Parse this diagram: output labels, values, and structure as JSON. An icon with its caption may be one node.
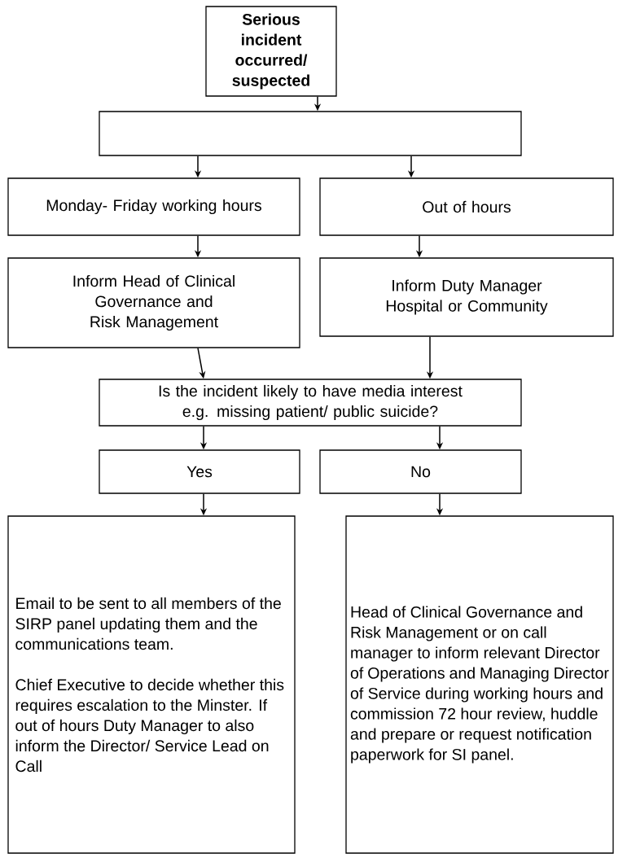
{
  "diagram": {
    "nodes": [
      {
        "text": [
          "Serious incident occurred/ suspected"
        ]
      },
      {
        "text": [],
        "shape": "box"
      },
      {
        "text": [
          "Monday- Friday working hours"
        ]
      },
      {
        "text": [
          "Out of hours"
        ]
      },
      {
        "text": [
          "Inform Head of Clinical Governance and Risk Management"
        ]
      },
      {
        "text": [
          "Inform Duty Manager Hospital or Community"
        ]
      },
      {
        "text": [
          "Is the incident likely to have media interest e.g. missing patient/ public suicide?"
        ]
      },
      {
        "text": [
          "Yes"
        ]
      },
      {
        "text": [
          "No"
        ]
      },
      {
        "text": [
          "Email to be sent to all members of the SIRP panel updating them and the communications team.",
          "Chief Executive to decide whether this requires escalation to the Minster. If out of hours Duty Manager to also inform the Director/ Service Lead on Call"
        ]
      },
      {
        "text": [
          "Head of Clinical Governance and Risk Management or on call manager to inform relevant Director of Operations and Managing Director of Service during working hours and commission 72 hour review, huddle and prepare or request notification paperwork for SI panel."
        ]
      }
    ],
    "edges": [
      {
        "from": 0,
        "to": 1,
        "arrow": "to"
      },
      {
        "from": 1,
        "to": 2,
        "arrow": "to"
      },
      {
        "from": 1,
        "to": 3,
        "arrow": "to"
      },
      {
        "from": 2,
        "to": 4,
        "arrow": "to"
      },
      {
        "from": 3,
        "to": 5,
        "arrow": "to"
      },
      {
        "from": 4,
        "to": 6,
        "arrow": "to"
      },
      {
        "from": 5,
        "to": 6,
        "arrow": "to"
      },
      {
        "from": 6,
        "to": 7,
        "arrow": "to"
      },
      {
        "from": 6,
        "to": 8,
        "arrow": "to"
      },
      {
        "from": 7,
        "to": 9,
        "arrow": "to"
      },
      {
        "from": 8,
        "to": 10,
        "arrow": "to"
      }
    ]
  }
}
